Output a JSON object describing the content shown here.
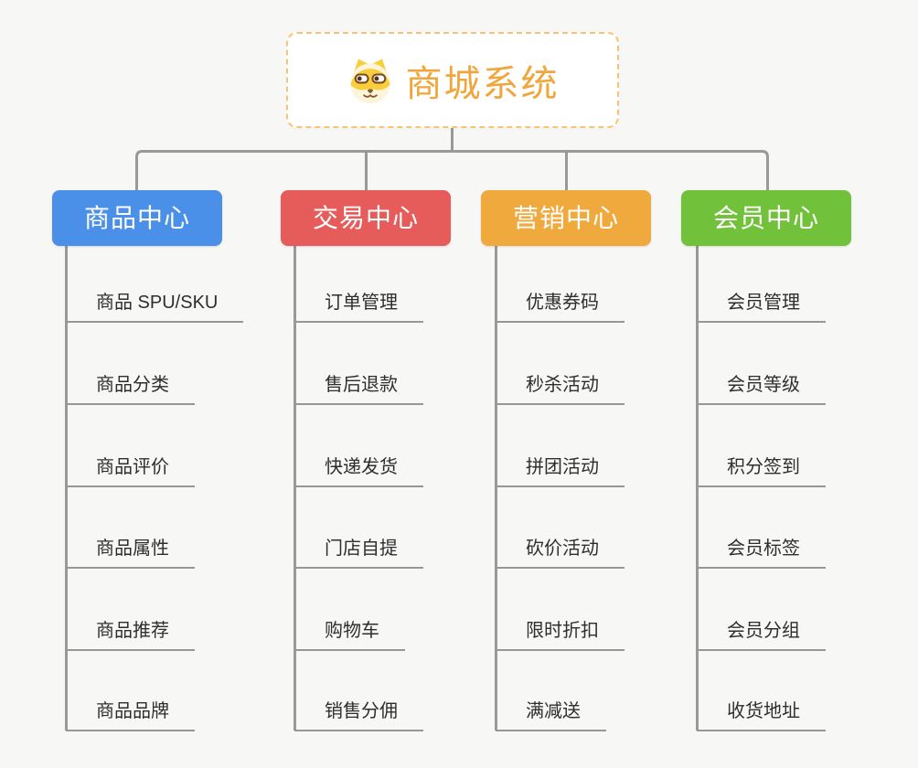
{
  "root": {
    "title": "商城系统",
    "icon": "dog-face-icon"
  },
  "branches": [
    {
      "label": "商品中心",
      "color": "#4a90e8",
      "items": [
        "商品 SPU/SKU",
        "商品分类",
        "商品评价",
        "商品属性",
        "商品推荐",
        "商品品牌"
      ]
    },
    {
      "label": "交易中心",
      "color": "#e65c5a",
      "items": [
        "订单管理",
        "售后退款",
        "快递发货",
        "门店自提",
        "购物车",
        "销售分佣"
      ]
    },
    {
      "label": "营销中心",
      "color": "#efa93d",
      "items": [
        "优惠券码",
        "秒杀活动",
        "拼团活动",
        "砍价活动",
        "限时折扣",
        "满减送"
      ]
    },
    {
      "label": "会员中心",
      "color": "#72c13a",
      "items": [
        "会员管理",
        "会员等级",
        "积分签到",
        "会员标签",
        "会员分组",
        "收货地址"
      ]
    }
  ],
  "colors": {
    "background": "#f7f7f6",
    "connector_line": "#999999",
    "leaf_underline": "#979797",
    "leaf_text": "#2e2e2e",
    "branch_text": "#ffffff",
    "root_text": "#f0a63c",
    "root_border": "#f8c472"
  }
}
